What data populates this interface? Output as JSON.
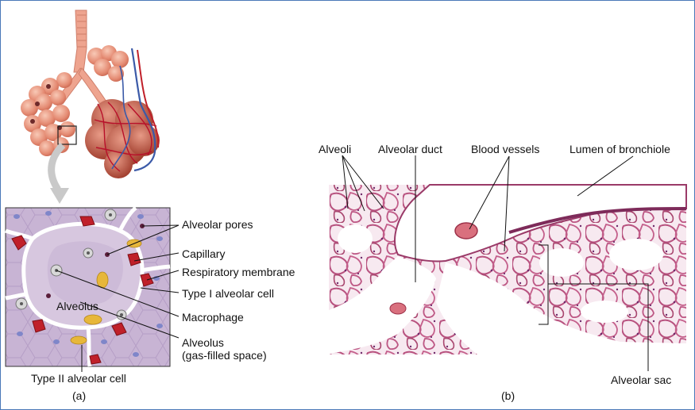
{
  "panel_a": {
    "panel_label": "(a)",
    "labels": {
      "alveolar_pores": "Alveolar pores",
      "capillary": "Capillary",
      "respiratory_membrane": "Respiratory membrane",
      "type1": "Type I alveolar cell",
      "macrophage": "Macrophage",
      "alveolus_gas_line1": "Alveolus",
      "alveolus_gas_line2": "(gas-filled space)",
      "type2": "Type II alveolar cell",
      "alveolus_inset": "Alveolus"
    }
  },
  "panel_b": {
    "panel_label": "(b)",
    "labels": {
      "alveoli": "Alveoli",
      "alveolar_duct": "Alveolar duct",
      "blood_vessels": "Blood vessels",
      "lumen": "Lumen of bronchiole",
      "alveolar_sac": "Alveolar sac"
    }
  },
  "colors": {
    "frame_border": "#4a78b8",
    "tissue_pink": "#c9648f",
    "tissue_light": "#f1d6e2",
    "lung_salmon": "#e8907a",
    "inset_bg": "#c6b3d3",
    "capillary_red": "#c0202a",
    "cell_yellow": "#e7b73a"
  }
}
